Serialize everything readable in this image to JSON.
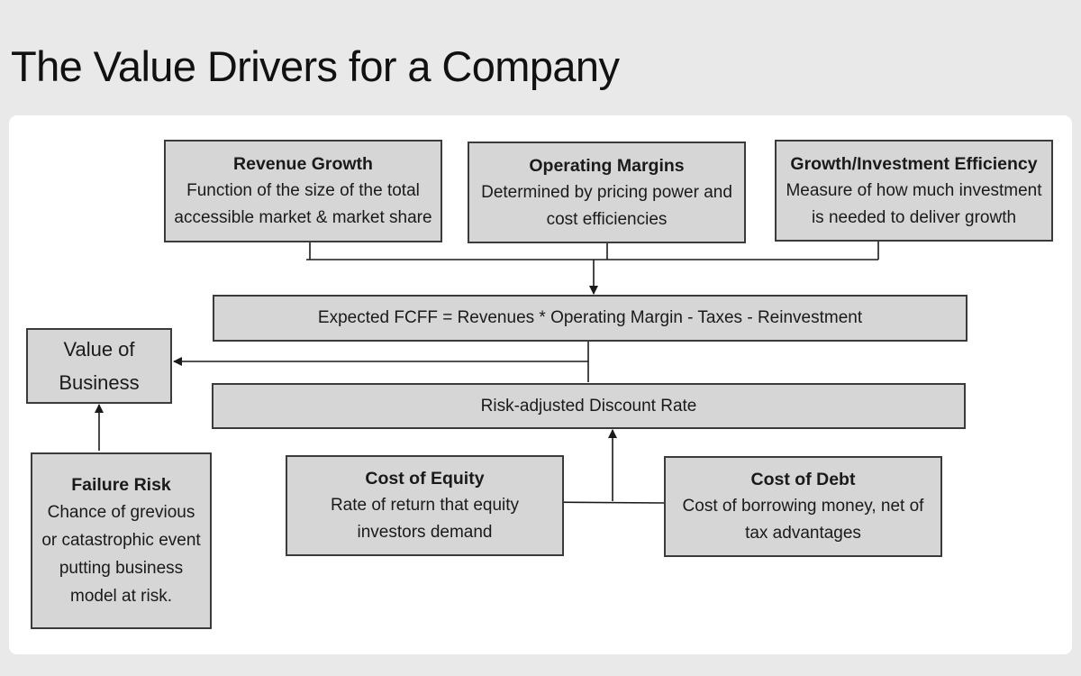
{
  "title": "The Value Drivers for a Company",
  "boxes": {
    "revenue_growth": {
      "heading": "Revenue Growth",
      "lines": [
        "Function of the size of the total",
        "accessible market & market share"
      ]
    },
    "operating_margins": {
      "heading": "Operating Margins",
      "lines": [
        "Determined by pricing power and",
        "cost efficiencies"
      ]
    },
    "growth_efficiency": {
      "heading": "Growth/Investment Efficiency",
      "lines": [
        "Measure of how much investment",
        "is needed to deliver growth"
      ]
    },
    "expected_fcff": {
      "text": "Expected FCFF = Revenues * Operating Margin - Taxes - Reinvestment"
    },
    "value_of_business": {
      "lines": [
        "Value of",
        "Business"
      ]
    },
    "discount_rate": {
      "text": "Risk-adjusted Discount Rate"
    },
    "failure_risk": {
      "heading": "Failure Risk",
      "lines": [
        "Chance of grevious",
        "or catastrophic event",
        "putting business",
        "model at risk."
      ]
    },
    "cost_of_equity": {
      "heading": "Cost of Equity",
      "lines": [
        "Rate of return that equity",
        "investors demand"
      ]
    },
    "cost_of_debt": {
      "heading": "Cost of Debt",
      "lines": [
        "Cost of borrowing money, net of",
        "tax advantages"
      ]
    }
  },
  "colors": {
    "box_fill": "#d6d6d6",
    "box_border": "#3b3b3b",
    "line": "#1a1a1a",
    "panel": "#ffffff",
    "background": "#e9e9e9"
  }
}
